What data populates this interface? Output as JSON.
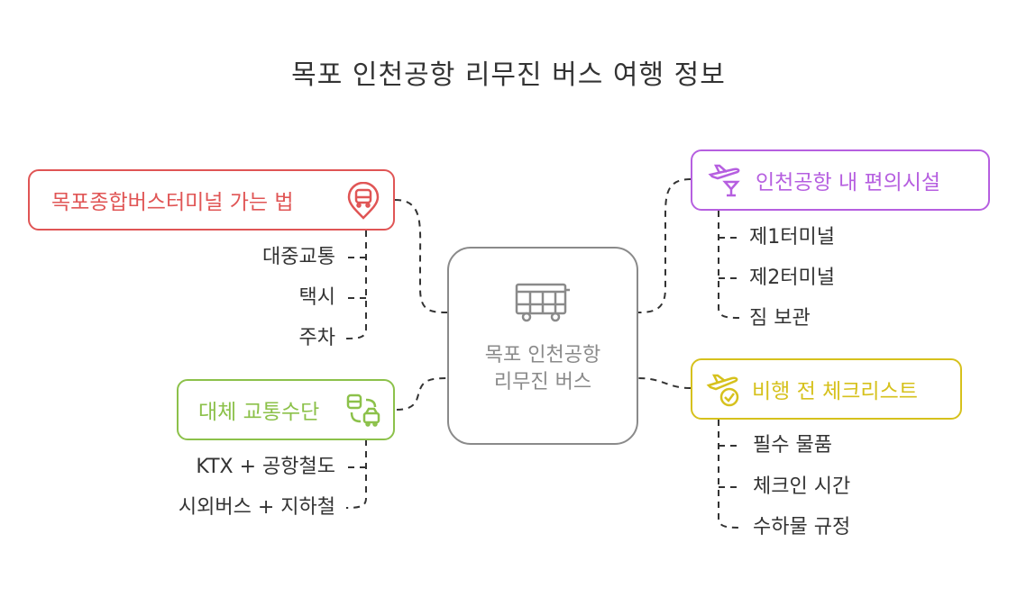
{
  "title": "목포 인천공항 리무진 버스 여행 정보",
  "center": {
    "label": "목포 인천공항 리무진 버스",
    "icon": "bus-icon"
  },
  "branches": {
    "terminal": {
      "label": "목포종합버스터미널 가는 법",
      "color": "#e05555",
      "icon": "bus-location-pin-icon",
      "items": [
        "대중교통",
        "택시",
        "주차"
      ]
    },
    "alternative": {
      "label": "대체 교통수단",
      "color": "#8cc14a",
      "icon": "train-car-exchange-icon",
      "items": [
        "KTX + 공항철도",
        "시외버스 + 지하철"
      ]
    },
    "facilities": {
      "label": "인천공항 내 편의시설",
      "color": "#b65fe0",
      "icon": "airplane-cocktail-icon",
      "items": [
        "제1터미널",
        "제2터미널",
        "짐 보관"
      ]
    },
    "checklist": {
      "label": "비행 전 체크리스트",
      "color": "#d6c11c",
      "icon": "airplane-check-icon",
      "items": [
        "필수 물품",
        "체크인 시간",
        "수하물 규정"
      ]
    }
  }
}
